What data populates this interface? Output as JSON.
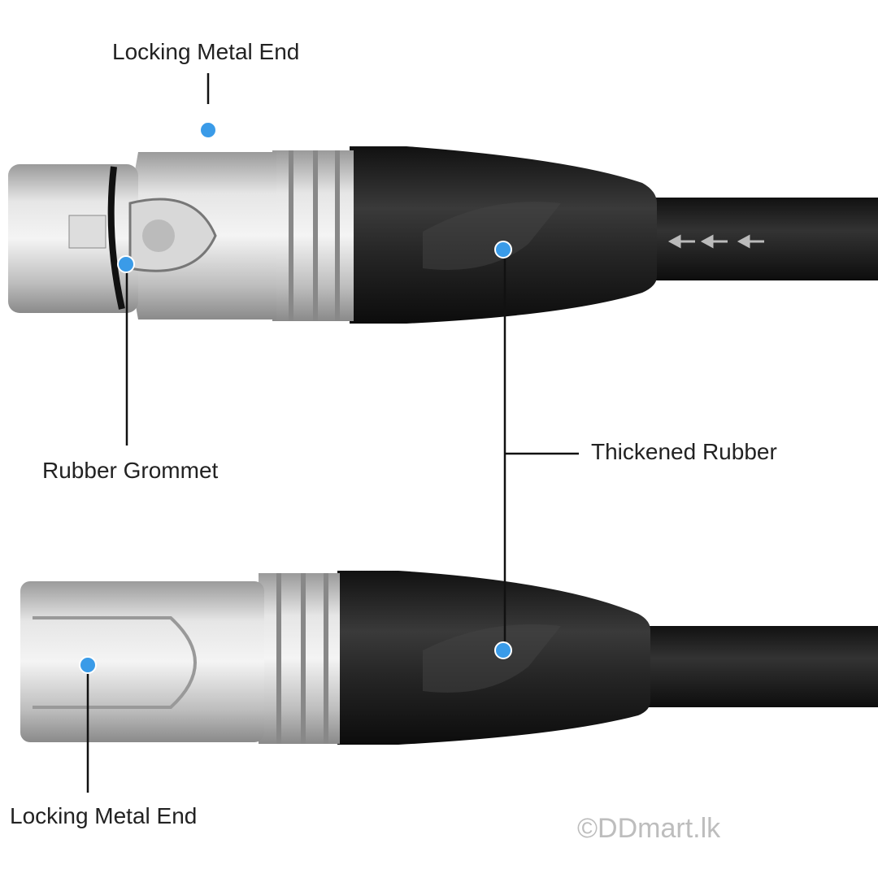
{
  "labels": {
    "top_metal_end": "Locking Metal End",
    "rubber_grommet": "Rubber Grommet",
    "thickened_rubber": "Thickened Rubber",
    "bottom_metal_end": "Locking Metal End"
  },
  "watermark": "©DDmart.lk",
  "colors": {
    "marker": "#3a9be8",
    "rubber": "#1e1e1e",
    "metal": "#c8c8c8"
  }
}
